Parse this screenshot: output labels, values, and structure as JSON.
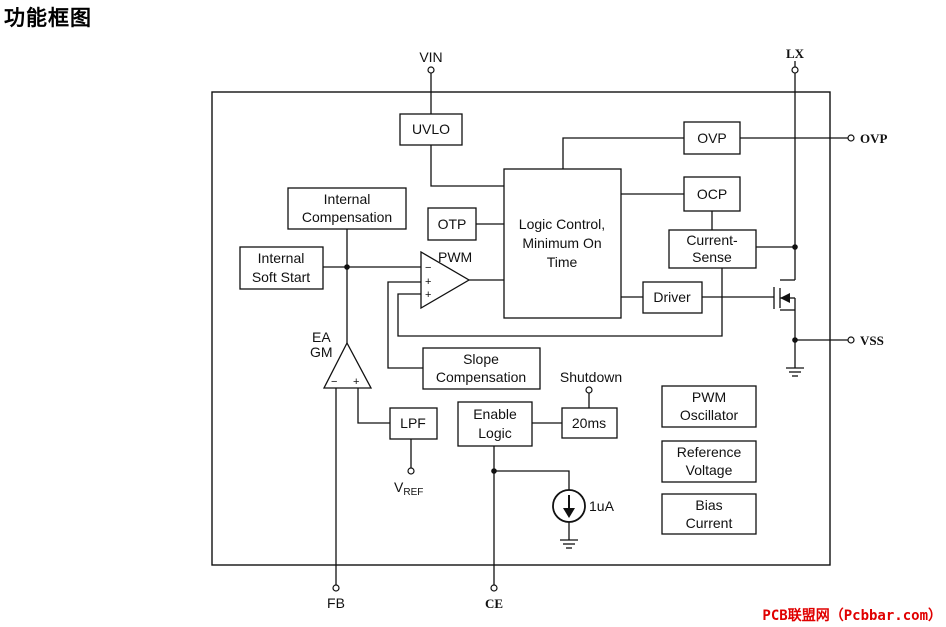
{
  "title": "功能框图",
  "watermark": "PCB联盟网（Pcbbar.com）",
  "pins": {
    "vin": "VIN",
    "lx": "LX",
    "ovp": "OVP",
    "vss": "VSS",
    "fb": "FB",
    "ce": "CE"
  },
  "blocks": {
    "uvlo": "UVLO",
    "ovp": "OVP",
    "ocp": "OCP",
    "otp": "OTP",
    "internal_compensation": [
      "Internal",
      "Compensation"
    ],
    "internal_soft_start": [
      "Internal",
      "Soft Start"
    ],
    "logic_control": [
      "Logic Control,",
      "Minimum On",
      "Time"
    ],
    "current_sense": [
      "Current-",
      "Sense"
    ],
    "driver": "Driver",
    "slope_compensation": [
      "Slope",
      "Compensation"
    ],
    "lpf": "LPF",
    "enable_logic": [
      "Enable",
      "Logic"
    ],
    "delay": "20ms",
    "pwm_oscillator": [
      "PWM",
      "Oscillator"
    ],
    "reference_voltage": [
      "Reference",
      "Voltage"
    ],
    "bias_current": [
      "Bias",
      "Current"
    ]
  },
  "labels": {
    "pwm": "PWM",
    "ea": "EA",
    "gm": "GM",
    "shutdown": "Shutdown",
    "current_source": "1uA",
    "vref_main": "V",
    "vref_sub": "REF",
    "minus": "−",
    "plus": "+"
  }
}
